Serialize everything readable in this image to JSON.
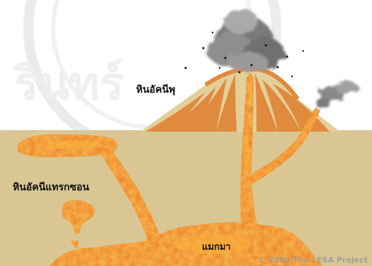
{
  "labels": {
    "volcanic_rock": "หินอัคนีพุ",
    "intrusive_rock": "หินอัคนีแทรกซอน",
    "magma": "แมกมา",
    "copyright": "© 2004 The LESA Project"
  },
  "colors": {
    "ground": "#e3cf9a",
    "magma": "#f07a1a",
    "magma_dark": "#d8501a",
    "magma_light": "#fbb03a",
    "cone": "#d9975a",
    "ash": "#6a6a6a",
    "watermark": "#d6d6d6"
  }
}
